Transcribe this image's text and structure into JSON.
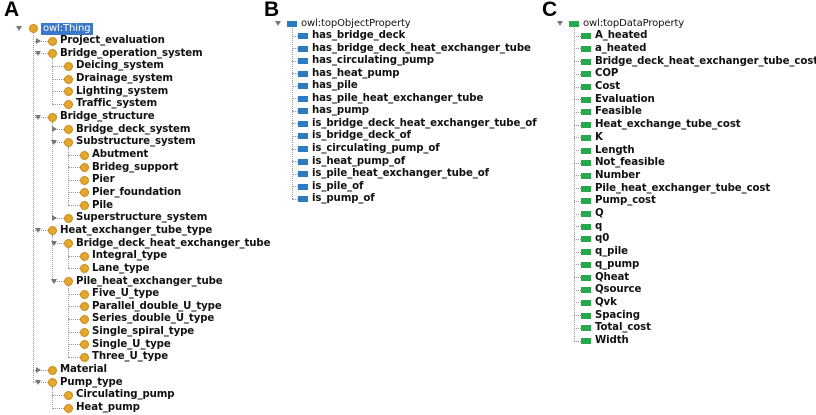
{
  "panels": {
    "a": {
      "letter": "A",
      "root": "owl:Thing",
      "items": [
        "Project_evaluation",
        "Bridge_operation_system",
        "Deicing_system",
        "Drainage_system",
        "Lighting_system",
        "Traffic_system",
        "Bridge_structure",
        "Bridge_deck_system",
        "Substructure_system",
        "Abutment",
        "Brideg_support",
        "Pier",
        "Pier_foundation",
        "Pile",
        "Superstructure_system",
        "Heat_exchanger_tube_type",
        "Bridge_deck_heat_exchanger_tube",
        "Integral_type",
        "Lane_type",
        "Pile_heat_exchanger_tube",
        "Five_U_type",
        "Parallel_double_U_type",
        "Series_double_U_type",
        "Single_spiral_type",
        "Single_U_type",
        "Three_U_type",
        "Material",
        "Pump_type",
        "Circulating_pump",
        "Heat_pump"
      ]
    },
    "b": {
      "letter": "B",
      "root": "owl:topObjectProperty",
      "items": [
        "has_bridge_deck",
        "has_bridge_deck_heat_exchanger_tube",
        "has_circulating_pump",
        "has_heat_pump",
        "has_pile",
        "has_pile_heat_exchanger_tube",
        "has_pump",
        "is_bridge_deck_heat_exchanger_tube_of",
        "is_bridge_deck_of",
        "is_circulating_pump_of",
        "is_heat_pump_of",
        "is_pile_heat_exchanger_tube_of",
        "is_pile_of",
        "is_pump_of"
      ]
    },
    "c": {
      "letter": "C",
      "root": "owl:topDataProperty",
      "items": [
        "A_heated",
        "a_heated",
        "Bridge_deck_heat_exchanger_tube_cost",
        "COP",
        "Cost",
        "Evaluation",
        "Feasible",
        "Heat_exchange_tube_cost",
        "K",
        "Length",
        "Not_feasible",
        "Number",
        "Pile_heat_exchanger_tube_cost",
        "Pump_cost",
        "Q",
        "q",
        "q0",
        "q_pile",
        "q_pump",
        "Qheat",
        "Qsource",
        "Qvk",
        "Spacing",
        "Total_cost",
        "Width"
      ]
    }
  },
  "colors": {
    "class_icon": "#e5a62a",
    "object_property_icon": "#2a7bc0",
    "data_property_icon": "#27a84c",
    "selection": "#3b78c9"
  }
}
